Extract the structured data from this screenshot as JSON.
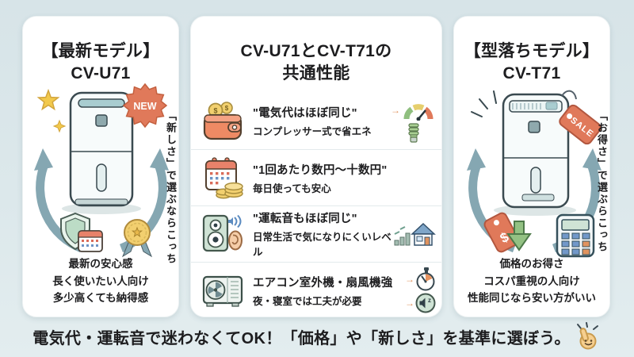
{
  "left_panel": {
    "title_line1": "【最新モデル】",
    "title_line2": "CV-U71",
    "badge": "NEW",
    "arrow_label": "「新しさ」で選ぶならこっち",
    "points": [
      "最新の安心感",
      "長く使いたい人向け",
      "多少高くても納得感"
    ]
  },
  "center_panel": {
    "title_line1": "CV-U71とCV-T71の",
    "title_line2": "共通性能",
    "rows": [
      {
        "icon": "wallet-coins-icon",
        "title": "\"電気代はほぼ同じ\"",
        "subtitle": "コンプレッサー式で省エネ",
        "right_icons": "gauge-icon, cfl-bulb-icon"
      },
      {
        "icon": "calendar-coins-icon",
        "title": "\"1回あたり数円～十数円\"",
        "subtitle": "毎日使っても安心",
        "right_icons": ""
      },
      {
        "icon": "speaker-ear-icon",
        "title": "\"運転音もほぼ同じ\"",
        "subtitle": "日常生活で気になりにくいレベル",
        "right_icons": "bars-house-icon"
      },
      {
        "icon": "aircon-outdoor-unit-icon",
        "title": "エアコン室外機・扇風機強",
        "subtitle": "夜・寝室では工夫が必要",
        "right_icons": "stopwatch-icon, sleep-mute-speaker-icon"
      }
    ]
  },
  "right_panel": {
    "title_line1": "【型落ちモデル】",
    "title_line2": "CV-T71",
    "badge": "SALE",
    "price_tag_symbol": "$",
    "arrow_label": "「お得さ」で選ぶらこっち",
    "points": [
      "価格のお得さ",
      "コスパ重視の人向け",
      "性能同じなら安い方がいい"
    ]
  },
  "footer": {
    "text": "電気代・運転音で迷わなくてOK！「価格」や「新しさ」を基準に選ぼう。"
  },
  "icon_glyphs": {
    "sleep_z": "z",
    "coin_symbol": "$"
  },
  "colors": {
    "background": "#dce8eb",
    "panel": "#ffffff",
    "text": "#1d1d1f",
    "accent_orange": "#e0795a",
    "arrow_slate": "#85a7b2",
    "coin_yellow": "#f2d06f",
    "mint_green": "#cfe3d5",
    "gauge_green": "#8fbf7f"
  }
}
